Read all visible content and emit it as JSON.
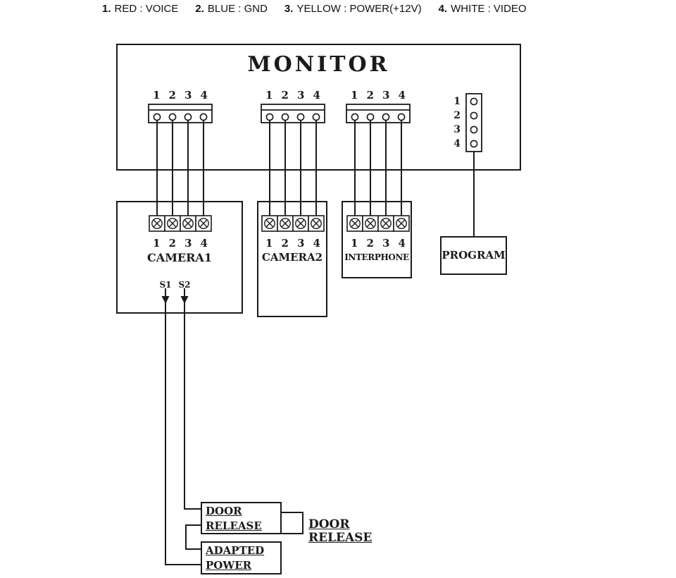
{
  "legend": {
    "items": [
      {
        "num": "1.",
        "text": "RED : VOICE"
      },
      {
        "num": "2.",
        "text": "BLUE : GND"
      },
      {
        "num": "3.",
        "text": "YELLOW : POWER(+12V)"
      },
      {
        "num": "4.",
        "text": "WHITE : VIDEO"
      }
    ]
  },
  "pins": [
    "1",
    "2",
    "3",
    "4"
  ],
  "monitor": {
    "title": "MONITOR"
  },
  "devices": {
    "camera1": "CAMERA1",
    "camera2": "CAMERA2",
    "interphone": "INTERPHONE",
    "program": "PROGRAM"
  },
  "switches": {
    "s1": "S1",
    "s2": "S2"
  },
  "door_release_box": {
    "line1": "DOOR",
    "line2": "RELEASE"
  },
  "adapted_power_box": {
    "line1": "ADAPTED",
    "line2": "POWER"
  },
  "door_release_label": {
    "line1": "DOOR",
    "line2": "RELEASE"
  },
  "colors": {
    "line": "#1a1a1a",
    "background": "#ffffff"
  }
}
